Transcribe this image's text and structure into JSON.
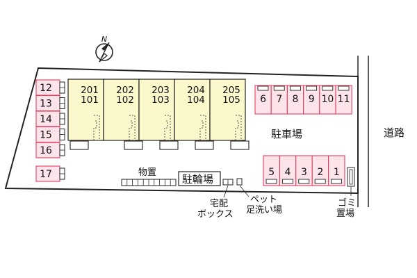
{
  "compass": {
    "letter": "N"
  },
  "units": [
    {
      "upper": "201",
      "lower": "101"
    },
    {
      "upper": "202",
      "lower": "102"
    },
    {
      "upper": "203",
      "lower": "103"
    },
    {
      "upper": "204",
      "lower": "104"
    },
    {
      "upper": "205",
      "lower": "105"
    }
  ],
  "left_spaces": [
    "12",
    "13",
    "14",
    "15",
    "16"
  ],
  "left_single_space": "17",
  "top_spaces": [
    "6",
    "7",
    "8",
    "9",
    "10",
    "11"
  ],
  "bottom_spaces": [
    "5",
    "4",
    "3",
    "2",
    "1"
  ],
  "labels": {
    "parking": "駐車場",
    "road": "道路",
    "storage": "物置",
    "bicycle": "駐輪場",
    "delivery_box_line1": "宅配",
    "delivery_box_line2": "ボックス",
    "pet_wash_line1": "ペット",
    "pet_wash_line2": "足洗い場",
    "garbage_line1": "ゴミ",
    "garbage_line2": "置場"
  },
  "colors": {
    "parking_fill": "#fde4ea",
    "parking_stroke": "#e0405f",
    "building_fill": "#fbf8cc",
    "outline": "#222222"
  }
}
